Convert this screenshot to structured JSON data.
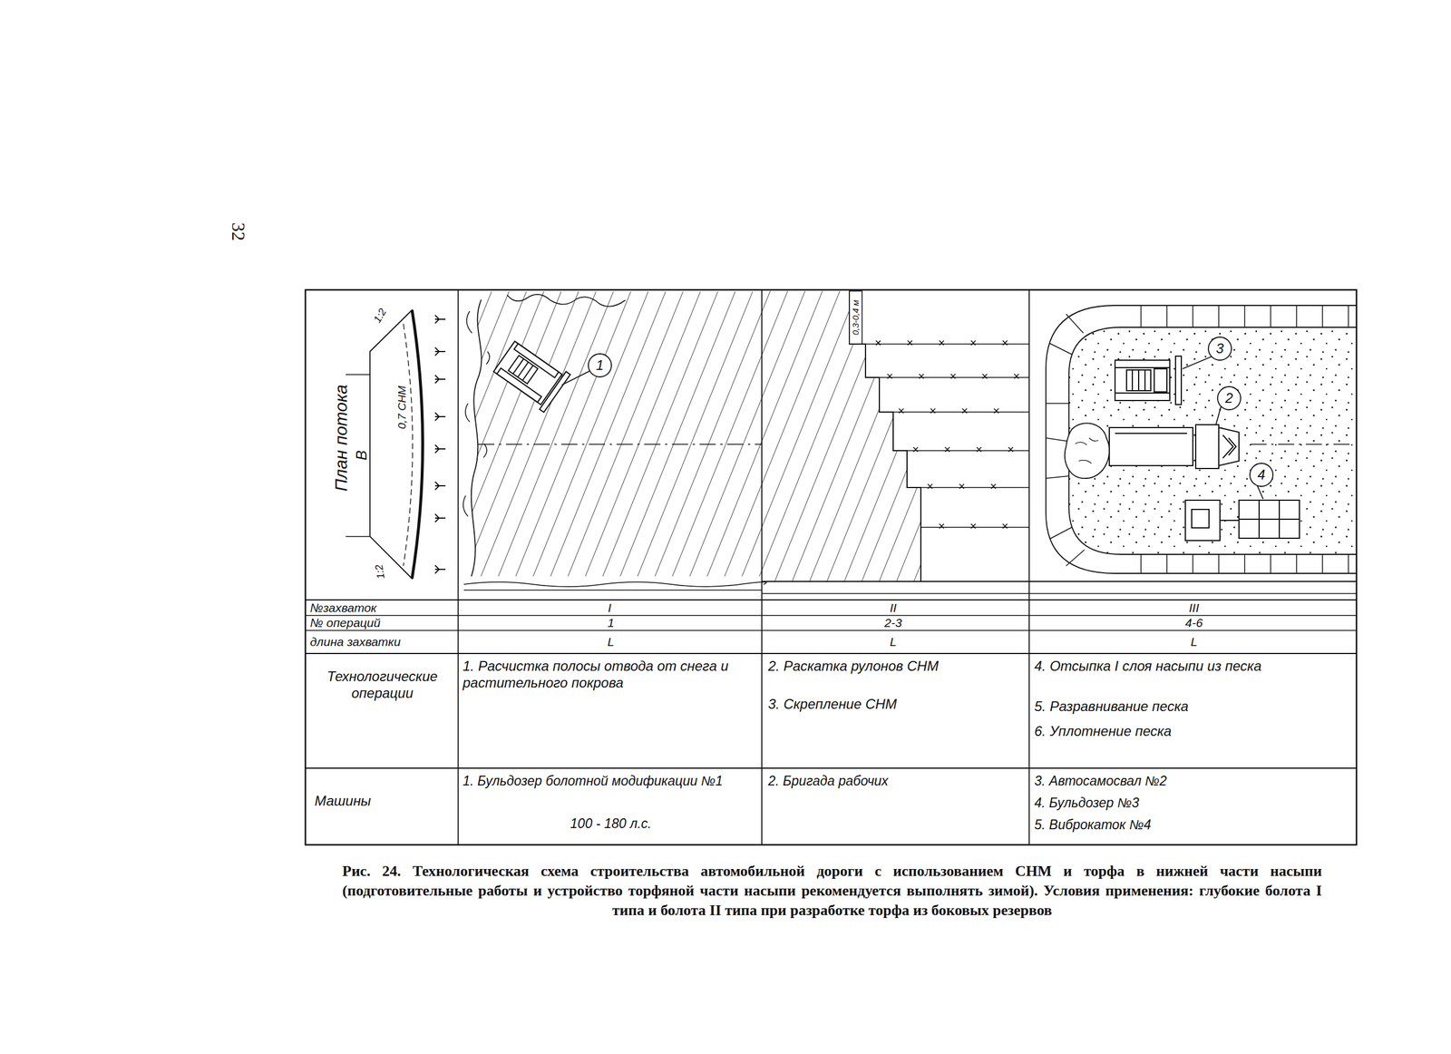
{
  "diagram": {
    "caption": "Рис. 24. Технологическая схема строительства автомобильной дороги с использованием СНМ и торфа в нижней части насыпи (подготовительные работы и устройство торфяной части насыпи рекомендуется выполнять зимой). Условия применения: глубокие болота I типа и болота II типа при разработке торфа из боковых резервов",
    "labels": [
      "32",
      "План потока",
      "В",
      "0,7 СНМ",
      "1:2",
      "1:2",
      "0,3-0,4 м",
      "1",
      "3",
      "2",
      "4",
      "№захваток",
      "I",
      "II",
      "III",
      "№ операций",
      "1",
      "2-3",
      "4-6",
      "длина захватки",
      "L",
      "L",
      "L",
      "Технологические операции",
      "1. Расчистка полосы отвода от снега и растительного покрова",
      "2. Раскатка рулонов СНМ",
      "3. Скрепление СНМ",
      "4. Отсыпка I слоя насыпи из песка",
      "5. Разравнивание песка",
      "6. Уплотнение песка",
      "Машины",
      "1. Бульдозер болотной модификации №1",
      "100 - 180 л.с.",
      "2. Бригада рабочих",
      "3. Автосамосвал №2",
      "4. Бульдозер №3",
      "5. Виброкаток №4"
    ]
  }
}
